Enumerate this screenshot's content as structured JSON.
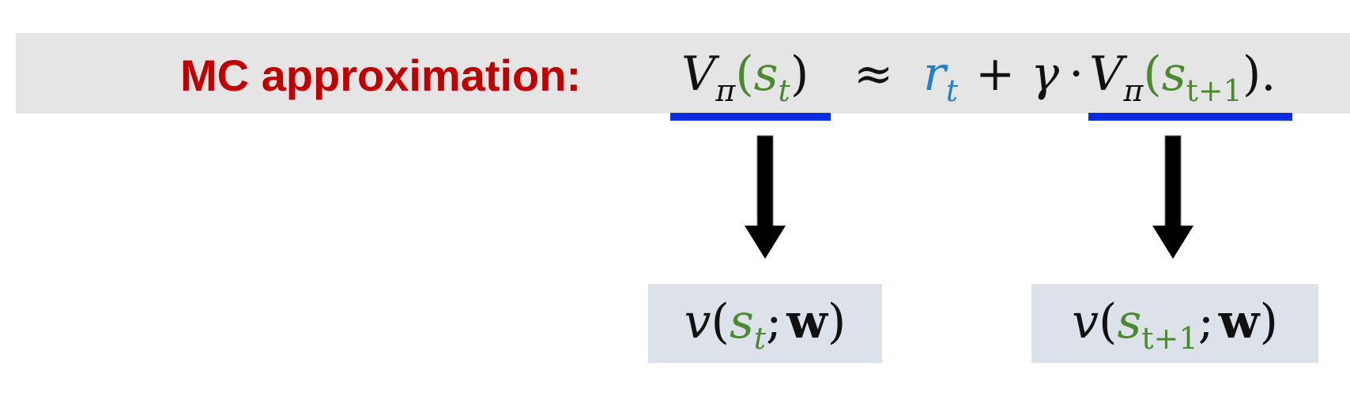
{
  "heading": {
    "label": "MC approximation:"
  },
  "equation": {
    "lhs": {
      "func": "V",
      "func_sub": "π",
      "open": "(",
      "arg": "s",
      "arg_sub": "t",
      "close": ")"
    },
    "approx": "≈",
    "reward": "r",
    "reward_sub": "t",
    "plus": "+",
    "gamma": "γ",
    "dot": "·",
    "rhs": {
      "func": "V",
      "func_sub": "π",
      "open": "(",
      "arg": "s",
      "arg_sub": "t+1",
      "close": ")"
    },
    "period": "."
  },
  "boxes": {
    "left": {
      "func": "v",
      "open": "(",
      "arg": "s",
      "arg_sub": "t",
      "sep": ";",
      "w": "w",
      "close": ")"
    },
    "right": {
      "func": "v",
      "open": "(",
      "arg": "s",
      "arg_sub": "t+1",
      "sep": ";",
      "w": "w",
      "close": ")"
    }
  },
  "colors": {
    "label": "#c00000",
    "state": "#4a8a2e",
    "reward": "#1f7fd0",
    "underline": "#0a2de0",
    "arrow": "#000000",
    "banner": "#e5e5e5",
    "box": "#dde2ea"
  }
}
